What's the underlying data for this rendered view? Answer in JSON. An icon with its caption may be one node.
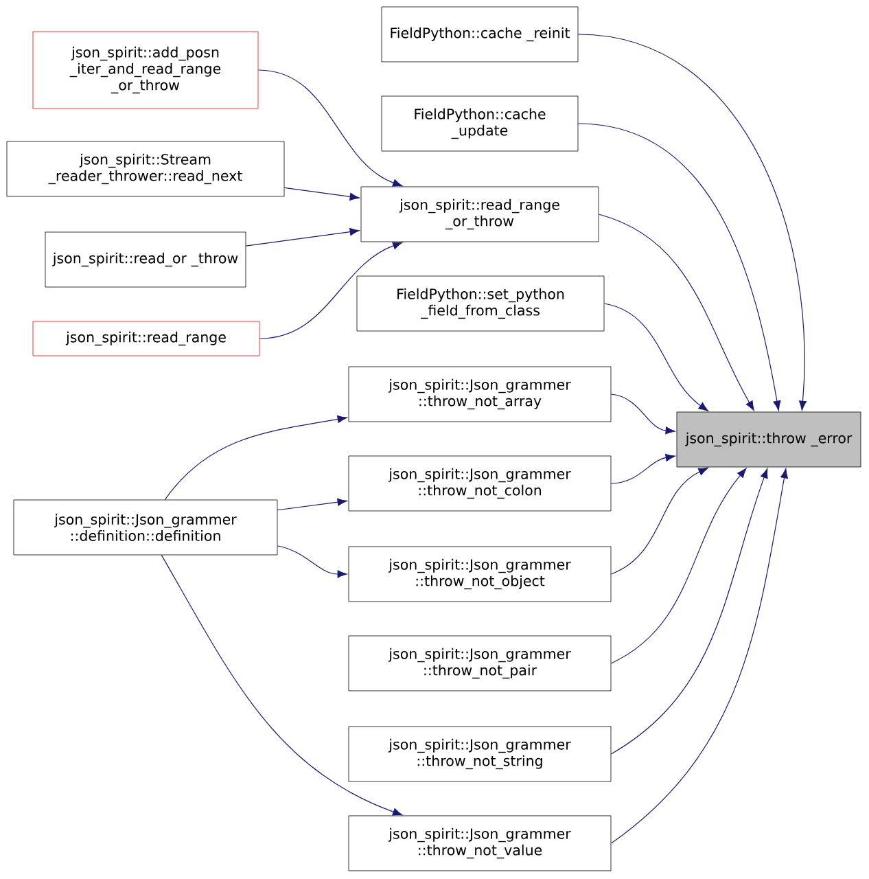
{
  "diagram": {
    "nodes": [
      {
        "text": [
          "json_spirit::throw _error"
        ]
      },
      {
        "text": [
          "FieldPython::cache _reinit"
        ]
      },
      {
        "text": [
          "FieldPython::cache _update"
        ]
      },
      {
        "text": [
          "json_spirit::read_range _or_throw"
        ]
      },
      {
        "text": [
          "FieldPython::set_python _field_from_class"
        ]
      },
      {
        "text": [
          "json_spirit::Json_grammer ::throw_not_array"
        ]
      },
      {
        "text": [
          "json_spirit::Json_grammer ::throw_not_colon"
        ]
      },
      {
        "text": [
          "json_spirit::Json_grammer ::throw_not_object"
        ]
      },
      {
        "text": [
          "json_spirit::Json_grammer ::throw_not_pair"
        ]
      },
      {
        "text": [
          "json_spirit::Json_grammer ::throw_not_string"
        ]
      },
      {
        "text": [
          "json_spirit::Json_grammer ::throw_not_value"
        ]
      },
      {
        "text": [
          "json_spirit::add_posn _iter_and_read_range _or_throw"
        ]
      },
      {
        "text": [
          "json_spirit::Stream _reader_thrower::read_next"
        ]
      },
      {
        "text": [
          "json_spirit::read_or _throw"
        ]
      },
      {
        "text": [
          "json_spirit::read_range"
        ]
      },
      {
        "text": [
          "json_spirit::Json_grammer ::definition::definition"
        ]
      }
    ],
    "edges": [
      {
        "from": 1,
        "to": 0,
        "arrow": "to",
        "color": "#191970"
      },
      {
        "from": 2,
        "to": 0,
        "arrow": "to",
        "color": "#191970"
      },
      {
        "from": 3,
        "to": 0,
        "arrow": "to",
        "color": "#191970"
      },
      {
        "from": 4,
        "to": 0,
        "arrow": "to",
        "color": "#191970"
      },
      {
        "from": 5,
        "to": 0,
        "arrow": "to",
        "color": "#191970"
      },
      {
        "from": 6,
        "to": 0,
        "arrow": "to",
        "color": "#191970"
      },
      {
        "from": 7,
        "to": 0,
        "arrow": "to",
        "color": "#191970"
      },
      {
        "from": 8,
        "to": 0,
        "arrow": "to",
        "color": "#191970"
      },
      {
        "from": 9,
        "to": 0,
        "arrow": "to",
        "color": "#191970"
      },
      {
        "from": 10,
        "to": 0,
        "arrow": "to",
        "color": "#191970"
      },
      {
        "from": 11,
        "to": 3,
        "arrow": "to",
        "color": "#191970"
      },
      {
        "from": 12,
        "to": 3,
        "arrow": "to",
        "color": "#191970"
      },
      {
        "from": 13,
        "to": 3,
        "arrow": "to",
        "color": "#191970"
      },
      {
        "from": 14,
        "to": 3,
        "arrow": "to",
        "color": "#191970"
      },
      {
        "from": 15,
        "to": 5,
        "arrow": "to",
        "color": "#191970"
      },
      {
        "from": 15,
        "to": 6,
        "arrow": "to",
        "color": "#191970"
      },
      {
        "from": 15,
        "to": 7,
        "arrow": "to",
        "color": "#191970"
      },
      {
        "from": 15,
        "to": 10,
        "arrow": "to",
        "color": "#191970"
      }
    ]
  }
}
